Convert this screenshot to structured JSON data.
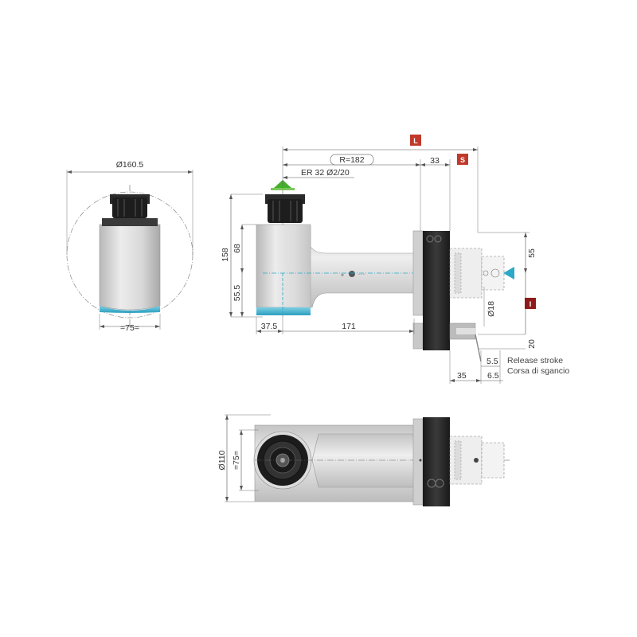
{
  "dimensions": {
    "side_diameter": "Ø160.5",
    "side_width": "=75=",
    "radius": "R=182",
    "collet": "ER 32 Ø2/20",
    "offset_33": "33",
    "height_158": "158",
    "height_68": "68",
    "height_55_5": "55.5",
    "width_37_5": "37.5",
    "width_171": "171",
    "height_55": "55",
    "diameter_18": "Ø18",
    "dim_20": "20",
    "dim_5_5": "5.5",
    "dim_35": "35",
    "dim_6_5": "6.5",
    "top_diameter": "Ø110",
    "top_width": "=75="
  },
  "labels": {
    "release_stroke": "Release stroke",
    "corsa_di_sgancio": "Corsa di sgancio"
  },
  "badges": {
    "L": "L",
    "S": "S",
    "I": "I"
  },
  "colors": {
    "badge_red": "#c0392b",
    "badge_dark_red": "#8e1b1b",
    "accent_cyan": "#2ba9c7",
    "arrow_green": "#43b02a",
    "body_gray": "#d4d4d4",
    "dark_part": "#2a2a2a"
  }
}
